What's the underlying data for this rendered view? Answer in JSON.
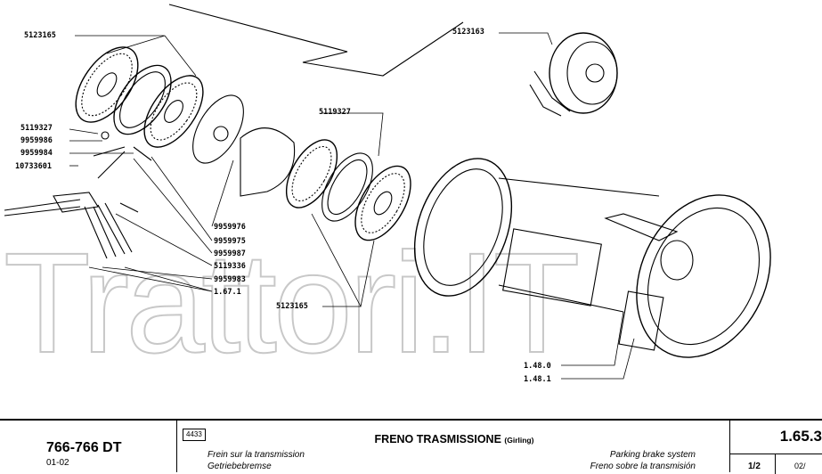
{
  "watermark": "Trattori.IT",
  "part_labels": {
    "p5123165_top": "5123165",
    "p5123163": "5123163",
    "p5119327_left": "5119327",
    "p9959986": "9959986",
    "p9959984": "9959984",
    "p10733601": "10733601",
    "p5119327_mid": "5119327",
    "p9959976": "9959976",
    "p9959975": "9959975",
    "p9959987": "9959987",
    "p5119336": "5119336",
    "p9959983": "9959983",
    "p1671": "1.67.1",
    "p5123165_bottom": "5123165",
    "p1480": "1.48.0",
    "p1481": "1.48.1"
  },
  "footer": {
    "model": "766-766 DT",
    "model_date": "01-02",
    "code": "4433",
    "title": "FRENO TRASMISSIONE",
    "title_sub": "(Girling)",
    "fr": "Frein sur la transmission",
    "de": "Getriebebremse",
    "en": "Parking brake system",
    "es": "Freno sobre la transmisión",
    "page_ref": "1.65.3",
    "sheet": "1/2",
    "sheet_date": "02/"
  }
}
